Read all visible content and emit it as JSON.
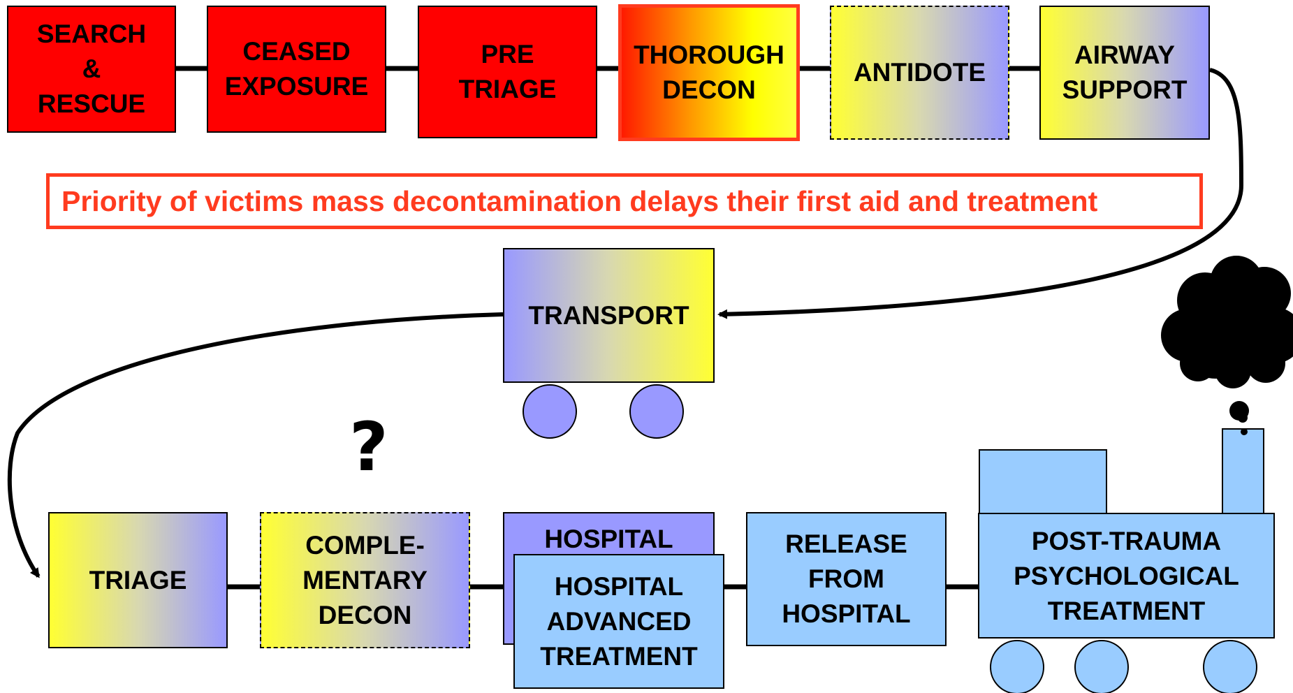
{
  "steps": {
    "search_rescue": "SEARCH\n&\nRESCUE",
    "ceased_exposure": "CEASED\nEXPOSURE",
    "pre_triage": "PRE\nTRIAGE",
    "thorough_decon": "THOROUGH\nDECON",
    "antidote": "ANTIDOTE",
    "airway_support": "AIRWAY\nSUPPORT",
    "transport": "TRANSPORT",
    "triage": "TRIAGE",
    "complementary_decon": "COMPLE-\nMENTARY\nDECON",
    "hospital": "HOSPITAL",
    "hospital_advanced_treatment": "HOSPITAL\nADVANCED\nTREATMENT",
    "release_from_hospital": "RELEASE\nFROM\nHOSPITAL",
    "post_trauma": "POST-TRAUMA\nPSYCHOLOGICAL\nTREATMENT"
  },
  "banner_text": "Priority of victims mass decontamination delays their first aid and treatment",
  "question_mark": "?",
  "colors": {
    "red": "#ff0000",
    "banner": "#ff3b1f",
    "yellow": "#ffff33",
    "periwinkle": "#9999ff",
    "light_blue": "#99ccff"
  }
}
